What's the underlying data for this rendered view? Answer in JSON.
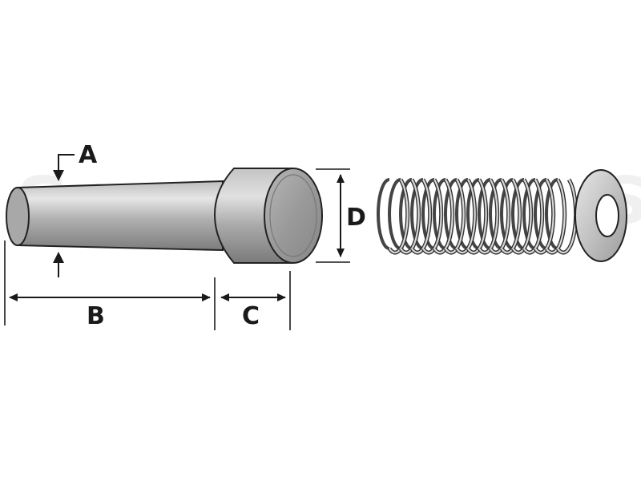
{
  "watermark": {
    "text": "Sparex",
    "edge_text": "S"
  },
  "dimensions": {
    "a": "A",
    "b": "B",
    "c": "C",
    "d": "D"
  },
  "colors": {
    "outline": "#222222",
    "shaft_dark": "#8f8f8f",
    "shaft_light": "#e3e3e3",
    "head_face": "#9e9e9e",
    "washer": "#c9c9c9"
  }
}
